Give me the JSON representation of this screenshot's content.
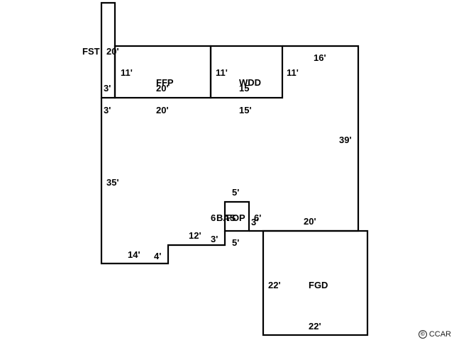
{
  "areas": {
    "fst": "FST",
    "ffp": "FFP",
    "wdd": "WDD",
    "fop": "FOP",
    "fgd": "FGD",
    "bas": "BAS"
  },
  "dims": {
    "fst_top": "20'",
    "ffp_left": "11'",
    "ffp_mid": "20'",
    "wdd_left": "11'",
    "wdd_mid": "15",
    "wdd_right": "11'",
    "main_top": "16'",
    "fst_lower": "3'",
    "fst_side": "3'",
    "ffp_bottom": "20'",
    "wdd_bottom": "15'",
    "right_side": "39'",
    "left_side": "35'",
    "fop_top": "5'",
    "fop_left": "6",
    "fop_right": "6'",
    "fop_inner": "3'",
    "fop_bottom": "5'",
    "lower_right": "20'",
    "step_top": "12'",
    "step_side": "3'",
    "bottom_left": "14'",
    "bottom_step": "4'",
    "garage_side": "22'",
    "garage_bottom": "22'"
  },
  "watermark": {
    "symbol": "©",
    "text": "CCAR"
  },
  "colors": {
    "line": "#000000",
    "background": "#ffffff"
  }
}
